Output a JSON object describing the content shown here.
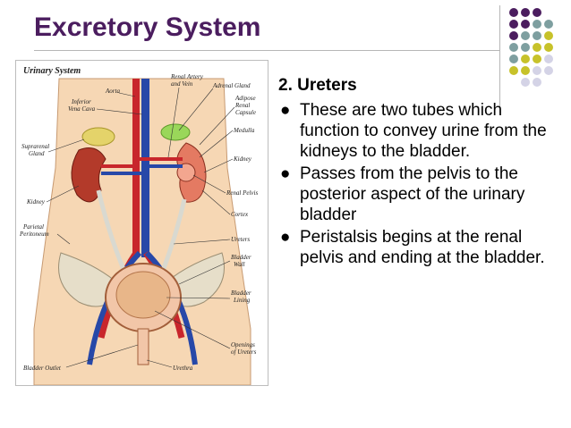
{
  "slide": {
    "title": "Excretory System",
    "section_heading": "2. Ureters",
    "bullets": [
      "These are two tubes which function to convey urine from the kidneys to the bladder.",
      "Passes from the pelvis to the posterior aspect of the urinary bladder",
      "Peristalsis begins at the renal pelvis and ending at the bladder."
    ],
    "bullet_glyph": "●"
  },
  "figure": {
    "title": "Urinary System",
    "labels": {
      "aorta": "Aorta",
      "renal_artery": "Renal Artery",
      "and_vein": "and Vein",
      "adrenal_gland": "Adrenal Gland",
      "inferior": "Inferior",
      "vena_cava": "Vena Cava",
      "adipose": "Adipose",
      "renal": "Renal",
      "capsule": "Capsule",
      "medulla": "Medulla",
      "suprarenal": "Suprarenal",
      "gland": "Gland",
      "kidney_left": "Kidney",
      "kidney_right": "Kidney",
      "renal_pelvis": "Renal Pelvis",
      "cortex": "Cortex",
      "parietal": "Parietal",
      "peritoneum": "Peritoneum",
      "ureters": "Ureters",
      "bladder": "Bladder",
      "wall": "Wall",
      "bladder2": "Bladder",
      "lining": "Lining",
      "openings": "Openings",
      "of_ureters": "of Ureters",
      "bladder_outlet": "Bladder Outlet",
      "urethra": "Urethra"
    }
  },
  "colors": {
    "title": "#4b1d5f",
    "dot_purple": "#4b1d5f",
    "dot_teal": "#7e9fa0",
    "dot_olive": "#c7c22a",
    "dot_lavender": "#d4d3e6"
  }
}
